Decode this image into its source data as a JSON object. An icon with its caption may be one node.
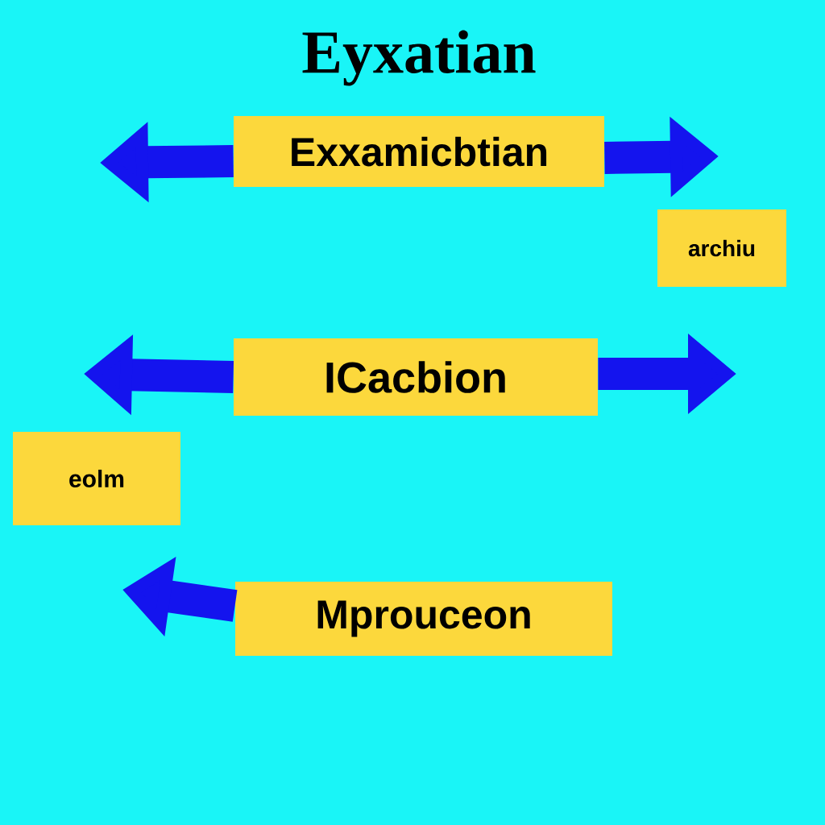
{
  "diagram": {
    "title": "Eyxatian",
    "nodes": [
      {
        "text": [
          "Exxamicbtian"
        ]
      },
      {
        "text": [
          "archiu"
        ]
      },
      {
        "text": [
          "ICacbion"
        ]
      },
      {
        "text": [
          "eolm"
        ]
      },
      {
        "text": [
          "Mprouceon"
        ]
      }
    ],
    "edges": [
      {
        "from": 0,
        "to": null,
        "arrow": "to"
      },
      {
        "from": 0,
        "to": null,
        "arrow": "to"
      },
      {
        "from": 2,
        "to": null,
        "arrow": "to"
      },
      {
        "from": 2,
        "to": null,
        "arrow": "to"
      },
      {
        "from": 4,
        "to": null,
        "arrow": "to"
      }
    ]
  }
}
